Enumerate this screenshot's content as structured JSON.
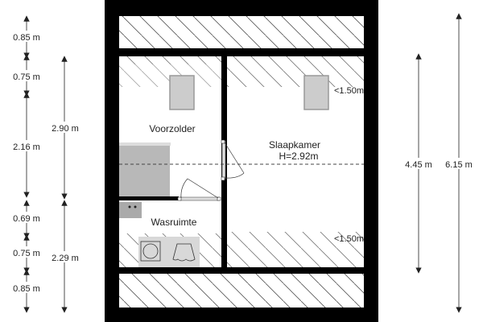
{
  "rooms": {
    "voorzolder": "Voorzolder",
    "slaapkamer": "Slaapkamer",
    "slaapkamer_height": "H=2.92m",
    "wasruimte": "Wasruimte"
  },
  "annotations": {
    "low_ceiling_top": "<1.50m",
    "low_ceiling_bottom": "<1.50m"
  },
  "dimensions_left_outer": [
    "0.85 m",
    "0.75 m",
    "2.16 m",
    "0.69 m",
    "0.75 m",
    "0.85 m"
  ],
  "dimensions_left_inner": [
    "2.90 m",
    "2.29 m"
  ],
  "dimensions_right": [
    "4.45 m",
    "6.15 m"
  ],
  "colors": {
    "wall": "#000000",
    "dimension_line": "#888888",
    "furniture": "#c8c8c8"
  }
}
